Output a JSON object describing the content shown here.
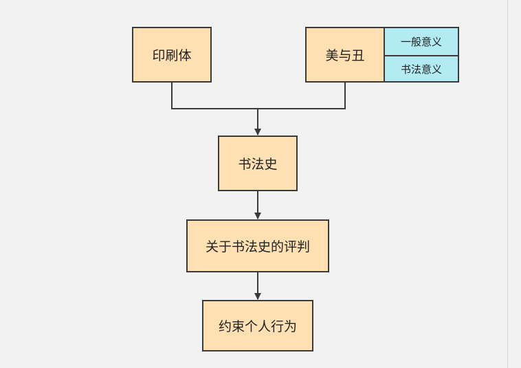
{
  "nodes": {
    "print": "印刷体",
    "beauty": "美与丑",
    "history": "书法史",
    "critique": "关于书法史的评判",
    "constrain": "约束个人行为"
  },
  "beauty_details": [
    "一般意义",
    "书法意义"
  ],
  "colors": {
    "node_fill": "#ffe0b2",
    "detail_fill": "#b2ebf2",
    "stroke": "#3a3a3a",
    "background": "#f2f2f2"
  }
}
